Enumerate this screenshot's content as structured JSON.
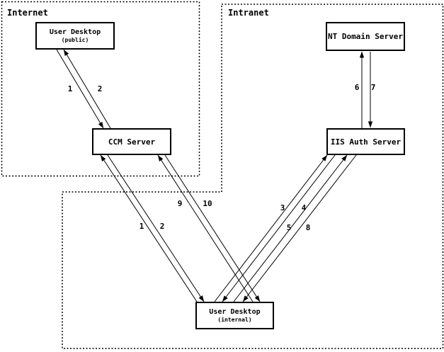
{
  "zones": {
    "internet": {
      "label": "Internet"
    },
    "intranet": {
      "label": "Intranet"
    }
  },
  "nodes": {
    "user_desktop_public": {
      "title": "User Desktop",
      "subtitle": "(public)"
    },
    "ccm_server": {
      "title": "CCM Server"
    },
    "nt_domain_server": {
      "title": "NT Domain Server"
    },
    "iis_auth_server": {
      "title": "IIS Auth Server"
    },
    "user_desktop_internal": {
      "title": "User Desktop",
      "subtitle": "(internal)"
    }
  },
  "edge_labels": {
    "e1_public_ccm": "1",
    "e2_ccm_public": "2",
    "e1_internal_ccm": "1",
    "e2_ccm_internal": "2",
    "e9_internal_ccm": "9",
    "e10_ccm_internal": "10",
    "e3_internal_iis": "3",
    "e4_iis_internal": "4",
    "e5_internal_iis": "5",
    "e8_iis_internal": "8",
    "e6_iis_nt": "6",
    "e7_nt_iis": "7"
  },
  "colors": {
    "ink": "#000000",
    "background": "#ffffff"
  }
}
